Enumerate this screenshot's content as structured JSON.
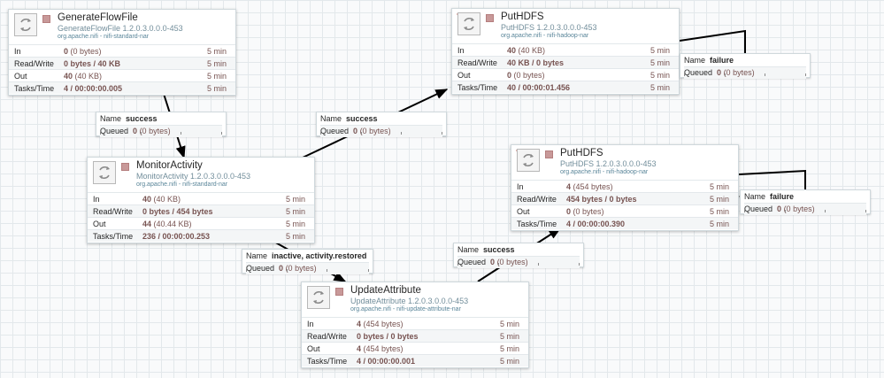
{
  "processors": [
    {
      "id": "generate",
      "name": "GenerateFlowFile",
      "type": "GenerateFlowFile 1.2.0.3.0.0.0-453",
      "bundle": "org.apache.nifi - nifi-standard-nar",
      "has_bulletin": false,
      "stats": [
        {
          "label": "In",
          "value": "0",
          "sub": " (0 bytes)",
          "time": "5 min"
        },
        {
          "label": "Read/Write",
          "value": "0 bytes / 40 KB",
          "sub": "",
          "time": "5 min"
        },
        {
          "label": "Out",
          "value": "40",
          "sub": " (40 KB)",
          "time": "5 min"
        },
        {
          "label": "Tasks/Time",
          "value": "4 / 00:00:00.005",
          "sub": "",
          "time": "5 min"
        }
      ]
    },
    {
      "id": "monitor",
      "name": "MonitorActivity",
      "type": "MonitorActivity 1.2.0.3.0.0.0-453",
      "bundle": "org.apache.nifi - nifi-standard-nar",
      "has_bulletin": false,
      "stats": [
        {
          "label": "In",
          "value": "40",
          "sub": " (40 KB)",
          "time": "5 min"
        },
        {
          "label": "Read/Write",
          "value": "0 bytes / 454 bytes",
          "sub": "",
          "time": "5 min"
        },
        {
          "label": "Out",
          "value": "44",
          "sub": " (40.44 KB)",
          "time": "5 min"
        },
        {
          "label": "Tasks/Time",
          "value": "236 / 00:00:00.253",
          "sub": "",
          "time": "5 min"
        }
      ]
    },
    {
      "id": "puthdfs1",
      "name": "PutHDFS",
      "type": "PutHDFS 1.2.0.3.0.0.0-453",
      "bundle": "org.apache.nifi - nifi-hadoop-nar",
      "has_bulletin": true,
      "stats": [
        {
          "label": "In",
          "value": "40",
          "sub": " (40 KB)",
          "time": "5 min"
        },
        {
          "label": "Read/Write",
          "value": "40 KB / 0 bytes",
          "sub": "",
          "time": "5 min"
        },
        {
          "label": "Out",
          "value": "0",
          "sub": " (0 bytes)",
          "time": "5 min"
        },
        {
          "label": "Tasks/Time",
          "value": "40 / 00:00:01.456",
          "sub": "",
          "time": "5 min"
        }
      ]
    },
    {
      "id": "puthdfs2",
      "name": "PutHDFS",
      "type": "PutHDFS 1.2.0.3.0.0.0-453",
      "bundle": "org.apache.nifi - nifi-hadoop-nar",
      "has_bulletin": true,
      "stats": [
        {
          "label": "In",
          "value": "4",
          "sub": " (454 bytes)",
          "time": "5 min"
        },
        {
          "label": "Read/Write",
          "value": "454 bytes / 0 bytes",
          "sub": "",
          "time": "5 min"
        },
        {
          "label": "Out",
          "value": "0",
          "sub": " (0 bytes)",
          "time": "5 min"
        },
        {
          "label": "Tasks/Time",
          "value": "4 / 00:00:00.390",
          "sub": "",
          "time": "5 min"
        }
      ]
    },
    {
      "id": "update",
      "name": "UpdateAttribute",
      "type": "UpdateAttribute 1.2.0.3.0.0.0-453",
      "bundle": "org.apache.nifi - nifi-update-attribute-nar",
      "has_bulletin": false,
      "stats": [
        {
          "label": "In",
          "value": "4",
          "sub": " (454 bytes)",
          "time": "5 min"
        },
        {
          "label": "Read/Write",
          "value": "0 bytes / 0 bytes",
          "sub": "",
          "time": "5 min"
        },
        {
          "label": "Out",
          "value": "4",
          "sub": " (454 bytes)",
          "time": "5 min"
        },
        {
          "label": "Tasks/Time",
          "value": "4 / 00:00:00.001",
          "sub": "",
          "time": "5 min"
        }
      ]
    }
  ],
  "connections": [
    {
      "id": "c1",
      "name_label": "Name",
      "name": "success",
      "queued_label": "Queued",
      "count": "0",
      "size": " (0 bytes)"
    },
    {
      "id": "c2",
      "name_label": "Name",
      "name": "success",
      "queued_label": "Queued",
      "count": "0",
      "size": " (0 bytes)"
    },
    {
      "id": "c3",
      "name_label": "Name",
      "name": "failure",
      "queued_label": "Queued",
      "count": "0",
      "size": " (0 bytes)"
    },
    {
      "id": "c4",
      "name_label": "Name",
      "name": "failure",
      "queued_label": "Queued",
      "count": "0",
      "size": " (0 bytes)"
    },
    {
      "id": "c5",
      "name_label": "Name",
      "name": "success",
      "queued_label": "Queued",
      "count": "0",
      "size": " (0 bytes)"
    },
    {
      "id": "c6",
      "name_label": "Name",
      "name": "inactive, activity.restored",
      "queued_label": "Queued",
      "count": "0",
      "size": " (0 bytes)"
    }
  ],
  "colors": {
    "canvas": "#f9fafb",
    "grid": "#e3e8eb",
    "stopped_state": "#c89999",
    "stat_value": "#775351",
    "type_text": "#728e9b",
    "bulletin": "#ba554a"
  },
  "icons": {
    "processor": "processor-icon",
    "state": "stopped-state-icon",
    "bulletin": "bulletin-icon"
  }
}
